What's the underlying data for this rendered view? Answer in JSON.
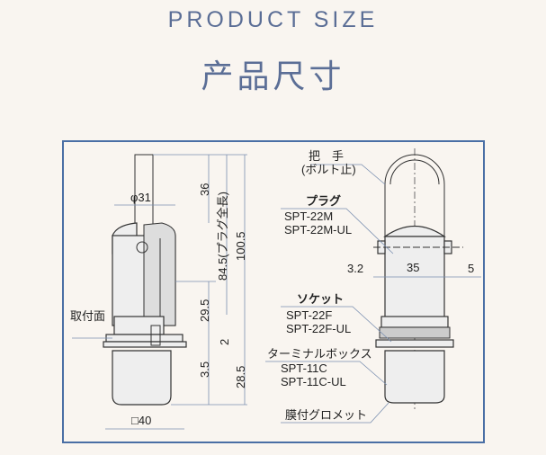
{
  "header": {
    "title_en": "PRODUCT SIZE",
    "title_cn": "产品尺寸"
  },
  "colors": {
    "frame": "#4a6fa5",
    "title": "#5b6e96",
    "background": "#f9f5f0"
  },
  "left_view": {
    "dims": {
      "diameter": "φ31",
      "d36": "36",
      "plug_length": "84.5(プラグ全長)",
      "total": "100.5",
      "d29_5": "29.5",
      "d2": "2",
      "d3_5": "3.5",
      "d28_5": "28.5",
      "square": "□40"
    },
    "mount_surface": "取付面"
  },
  "right_view": {
    "handle": {
      "label": "把　手",
      "note": "(ボルト止)"
    },
    "plug": {
      "label": "プラグ",
      "models": [
        "SPT-22M",
        "SPT-22M-UL"
      ]
    },
    "socket": {
      "label": "ソケット",
      "models": [
        "SPT-22F",
        "SPT-22F-UL"
      ]
    },
    "terminal_box": {
      "label": "ターミナルボックス",
      "models": [
        "SPT-11C",
        "SPT-11C-UL"
      ]
    },
    "grommet": {
      "label": "膜付グロメット"
    },
    "dims": {
      "d3_2": "3.2",
      "d35": "35",
      "d5": "5"
    }
  }
}
